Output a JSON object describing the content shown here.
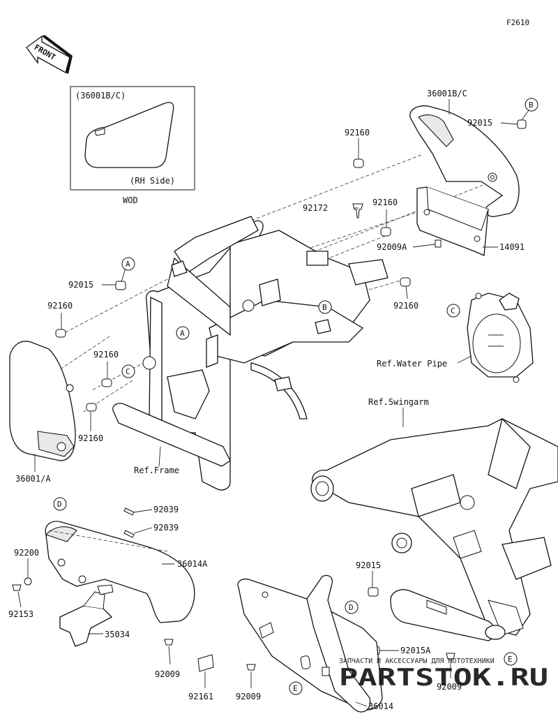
{
  "figure_code": "F2610",
  "front_label": "FRONT",
  "inset": {
    "title": "(36001B/C)",
    "side": "(RH Side)",
    "caption": "WOD"
  },
  "callouts": [
    {
      "id": "l-92160-top",
      "text": "92160"
    },
    {
      "id": "l-36001bc",
      "text": "36001B/C"
    },
    {
      "id": "l-92015-rt",
      "text": "92015"
    },
    {
      "id": "l-92172",
      "text": "92172"
    },
    {
      "id": "l-92160-mid",
      "text": "92160"
    },
    {
      "id": "l-92009a",
      "text": "92009A"
    },
    {
      "id": "l-14091",
      "text": "14091"
    },
    {
      "id": "l-92160-right",
      "text": "92160"
    },
    {
      "id": "l-92015-lt",
      "text": "92015"
    },
    {
      "id": "l-92160-left",
      "text": "92160"
    },
    {
      "id": "l-92160-left2",
      "text": "92160"
    },
    {
      "id": "l-92160-low",
      "text": "92160"
    },
    {
      "id": "l-36001a",
      "text": "36001/A"
    },
    {
      "id": "l-ref-frame",
      "text": "Ref.Frame"
    },
    {
      "id": "l-ref-water",
      "text": "Ref.Water Pipe"
    },
    {
      "id": "l-ref-swing",
      "text": "Ref.Swingarm"
    },
    {
      "id": "l-92039-a",
      "text": "92039"
    },
    {
      "id": "l-92039-b",
      "text": "92039"
    },
    {
      "id": "l-92200",
      "text": "92200"
    },
    {
      "id": "l-36014a",
      "text": "36014A"
    },
    {
      "id": "l-92153",
      "text": "92153"
    },
    {
      "id": "l-35034",
      "text": "35034"
    },
    {
      "id": "l-92015-low",
      "text": "92015"
    },
    {
      "id": "l-92009-a",
      "text": "92009"
    },
    {
      "id": "l-92161",
      "text": "92161"
    },
    {
      "id": "l-92009-b",
      "text": "92009"
    },
    {
      "id": "l-92015a",
      "text": "92015A"
    },
    {
      "id": "l-92009-c",
      "text": "92009"
    },
    {
      "id": "l-36014",
      "text": "36014"
    }
  ],
  "ref_markers": [
    {
      "id": "m-b-top",
      "letter": "B"
    },
    {
      "id": "m-a-left",
      "letter": "A"
    },
    {
      "id": "m-a-frame",
      "letter": "A"
    },
    {
      "id": "m-b-frame",
      "letter": "B"
    },
    {
      "id": "m-c-left",
      "letter": "C"
    },
    {
      "id": "m-c-pump",
      "letter": "C"
    },
    {
      "id": "m-d-cover",
      "letter": "D"
    },
    {
      "id": "m-d-low",
      "letter": "D"
    },
    {
      "id": "m-e-low",
      "letter": "E"
    },
    {
      "id": "m-e-right",
      "letter": "E"
    }
  ],
  "watermark": {
    "tagline": "ЗАПЧАСТИ И АКСЕССУАРЫ ДЛЯ МОТОТЕХНИКИ",
    "brand": "PARTSTOK.RU"
  }
}
